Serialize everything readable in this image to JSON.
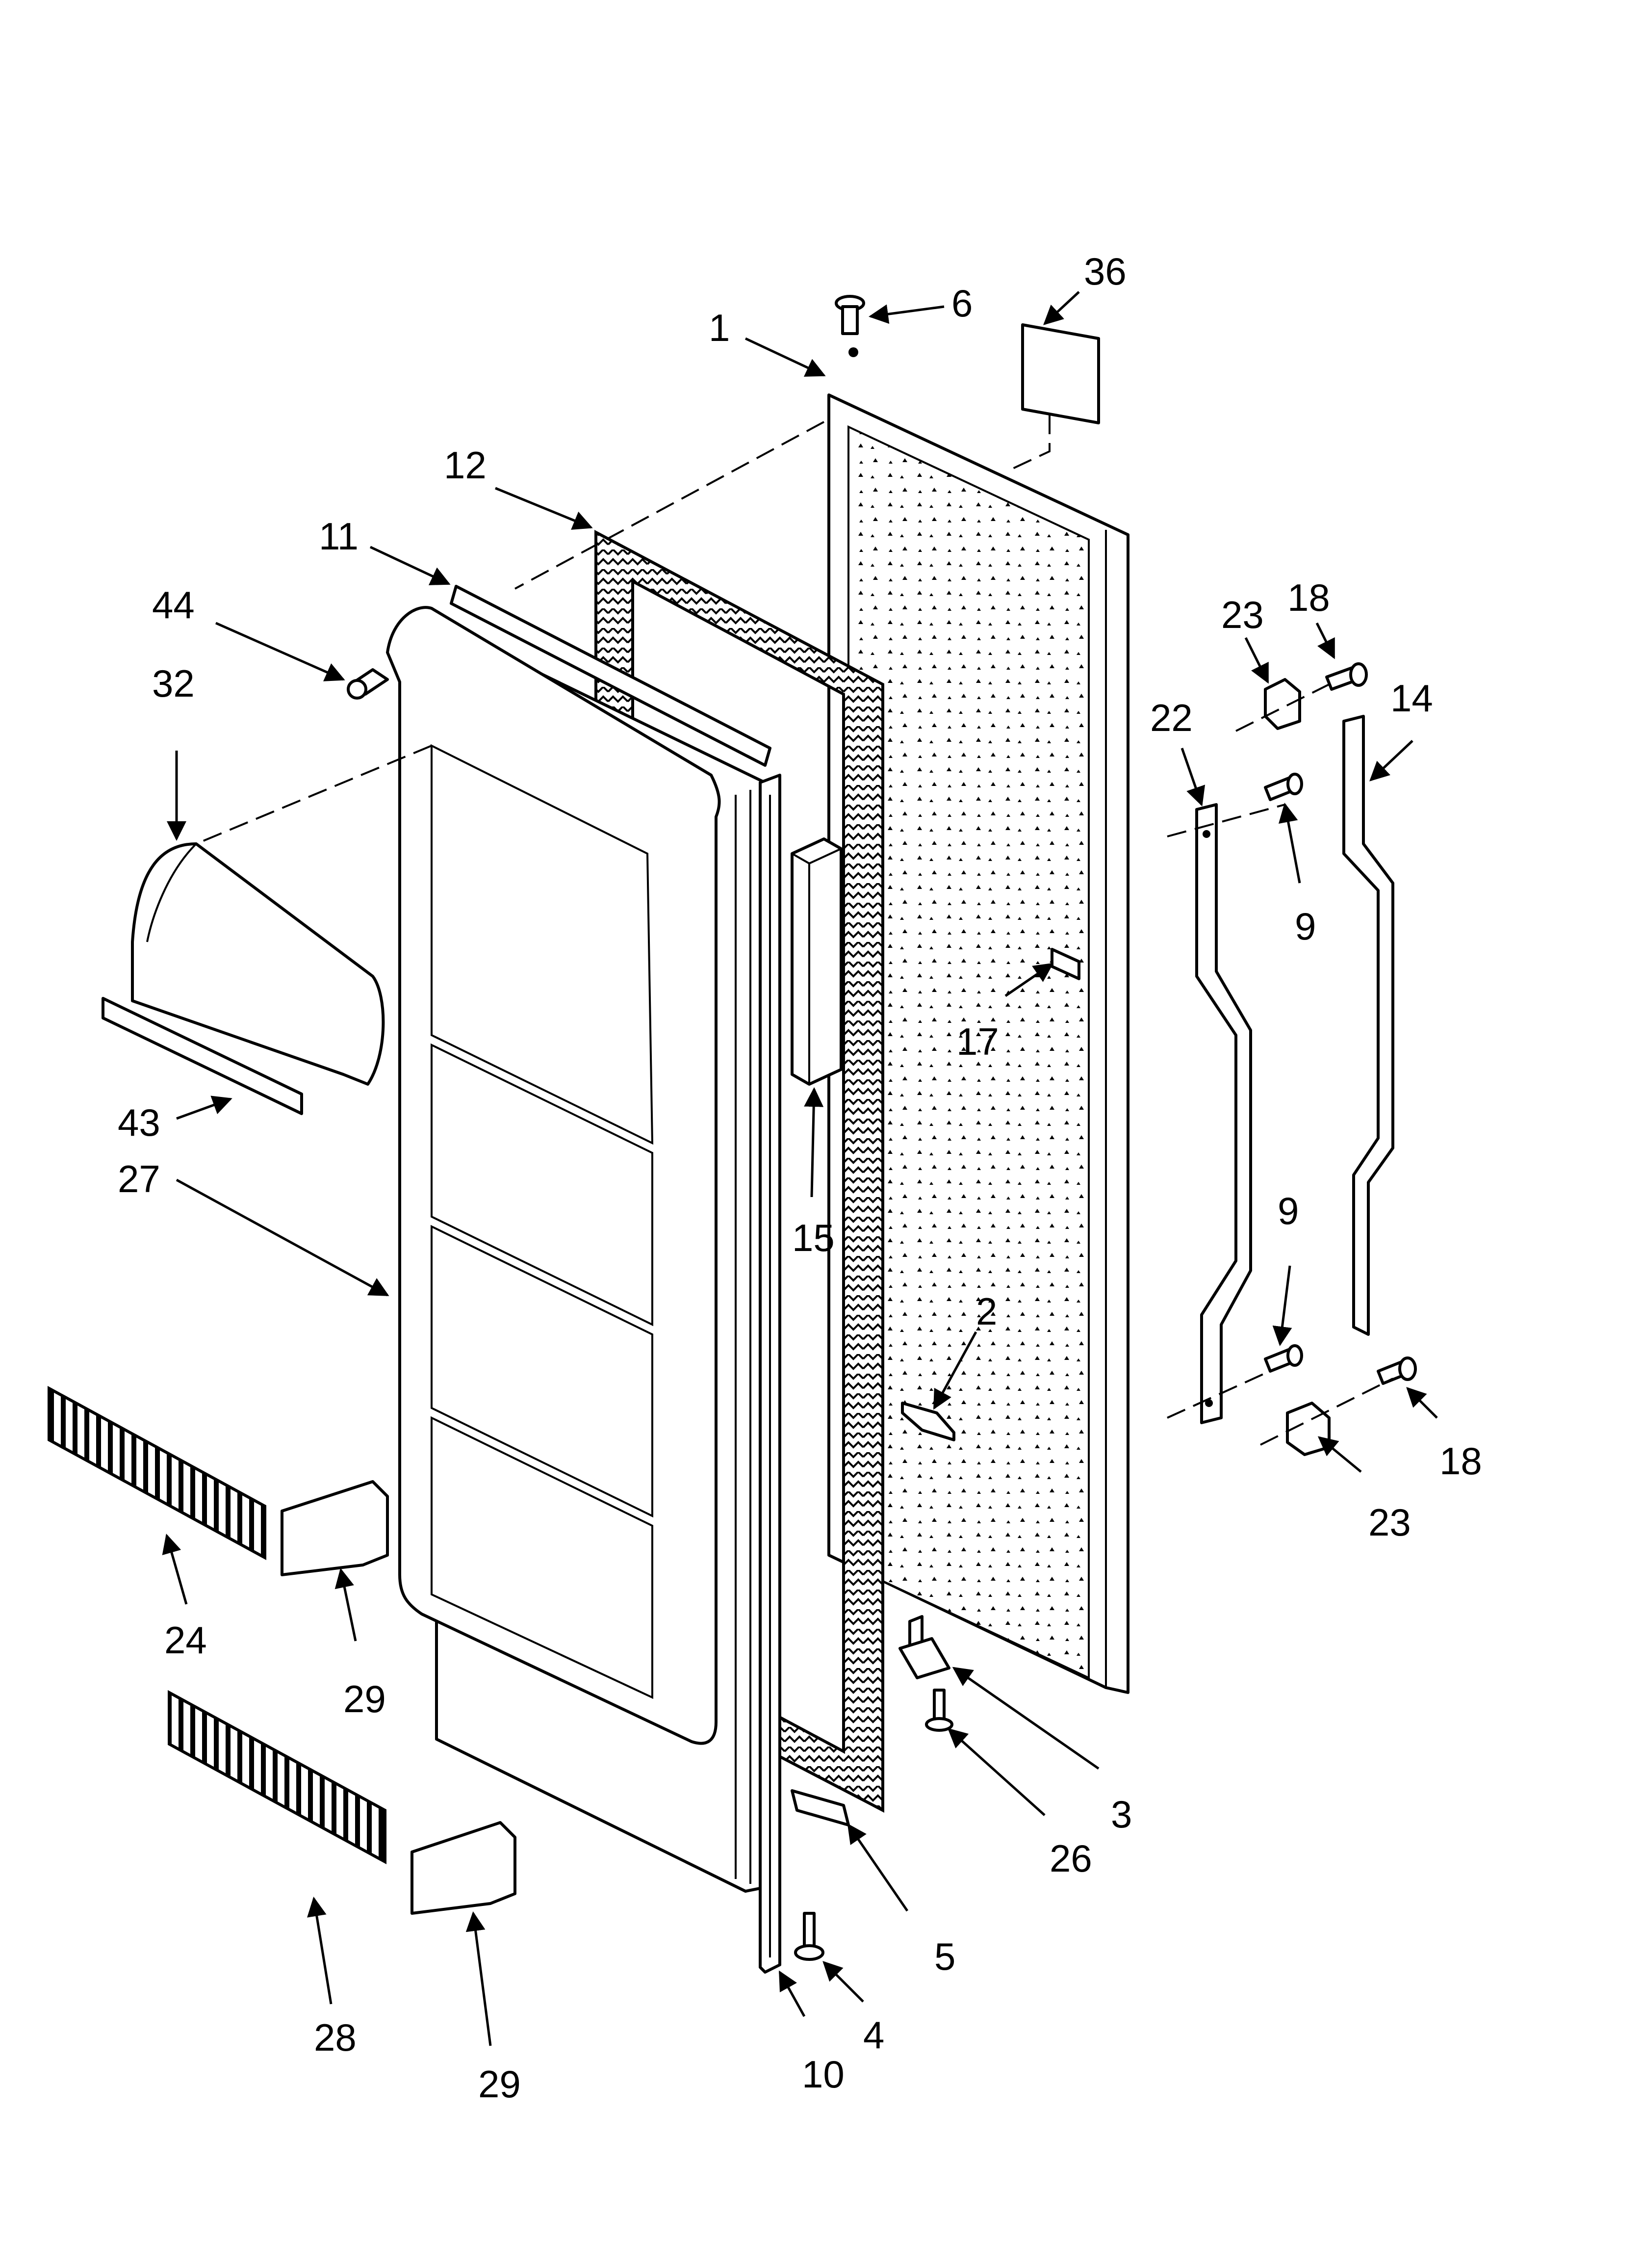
{
  "diagram": {
    "callouts": [
      "1",
      "6",
      "36",
      "12",
      "11",
      "44",
      "32",
      "43",
      "27",
      "24",
      "29",
      "28",
      "29",
      "10",
      "4",
      "5",
      "26",
      "3",
      "2",
      "15",
      "17",
      "22",
      "9",
      "9",
      "23",
      "18",
      "14",
      "18",
      "23"
    ]
  }
}
